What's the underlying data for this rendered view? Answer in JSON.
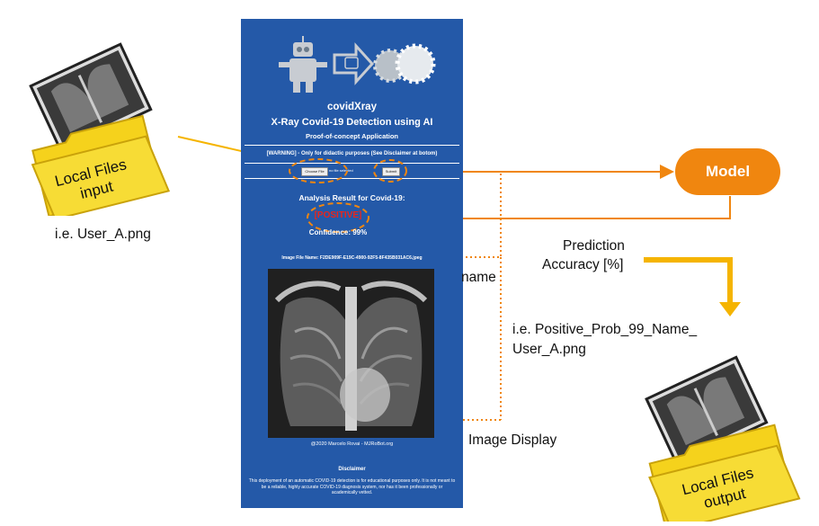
{
  "app": {
    "title": "covidXray",
    "subtitle": "X-Ray Covid-19 Detection using AI",
    "tagline": "Proof-of-concept Application",
    "warning": "[WARNING] - Only for didactic purposes (See Disclaimer at botom)",
    "choose_file_label": "Choose File",
    "no_file_label": "no file selected",
    "submit_label": "Submit",
    "result_heading": "Analysis Result for Covid-19:",
    "result_value": "[POSITIVE]",
    "confidence": "Confidence: 99%",
    "image_file_name": "Image File Name: F2DE909F-E19C-4900-92F5-8F435B031AC6.jpeg",
    "copyright": "@2020 Marcelo Rovai - MJRoBot.org",
    "disclaimer_title": "Disclaimer",
    "disclaimer_text": "This deployment of an automatic COVID-19 detection is for educational purposes only. It is not meant to be a reliable, highly accurate COVID-19 diagnosis system, nor has it been professionally or academically vetted."
  },
  "diagram": {
    "input_folder_label_1": "Local Files",
    "input_folder_label_2": "input",
    "input_example": "i.e. User_A.png",
    "model_label": "Model",
    "prediction_label_1": "Prediction",
    "prediction_label_2": "Accuracy [%]",
    "output_example_1": "i.e. Positive_Prob_99_Name_",
    "output_example_2": "User_A.png",
    "output_folder_label_1": "Local Files",
    "output_folder_label_2": "output",
    "name_label": "name",
    "image_display_label": "Image Display"
  },
  "colors": {
    "panel_bg": "#2459a8",
    "accent_orange": "#f0860f",
    "arrow_yellow": "#f5b400",
    "folder_yellow": "#f5d21c",
    "positive_red": "#e8261c"
  }
}
